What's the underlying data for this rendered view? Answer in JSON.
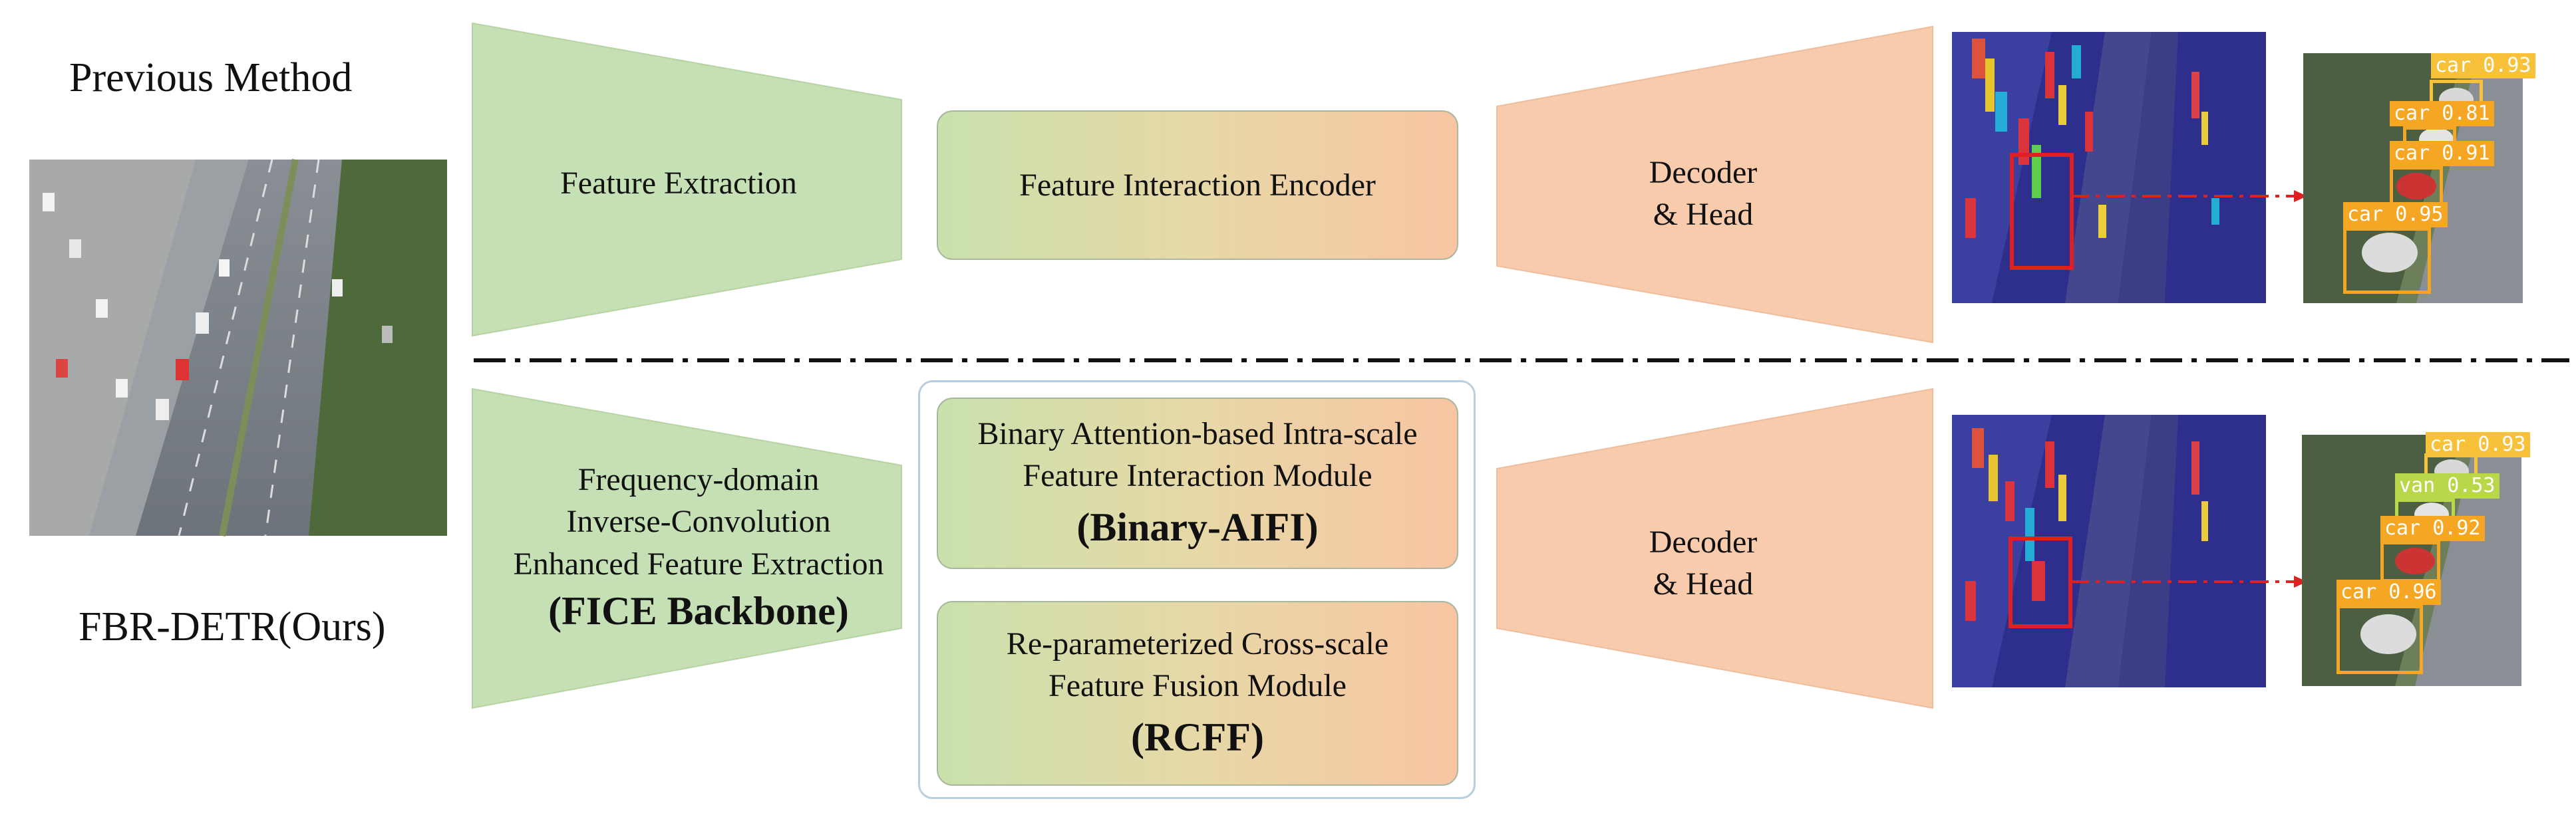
{
  "labels": {
    "previous_method": "Previous Method",
    "ours": "FBR-DETR(Ours)"
  },
  "top_row": {
    "feature_extraction": "Feature Extraction",
    "feature_interaction_encoder": "Feature Interaction Encoder",
    "decoder_head_line1": "Decoder",
    "decoder_head_line2": "& Head"
  },
  "bottom_row": {
    "backbone_line1": "Frequency-domain",
    "backbone_line2": "Inverse-Convolution",
    "backbone_line3": "Enhanced Feature Extraction",
    "backbone_name": "(FICE  Backbone)",
    "aifi_line1": "Binary Attention-based Intra-scale",
    "aifi_line2": "Feature Interaction Module",
    "aifi_name": "(Binary-AIFI)",
    "rcff_line1": "Re-parameterized Cross-scale",
    "rcff_line2": "Feature Fusion Module",
    "rcff_name": "(RCFF)",
    "decoder_head_line1": "Decoder",
    "decoder_head_line2": "& Head"
  },
  "detections_top": [
    "car 0.93",
    "car 0.81",
    "car 0.91",
    "car 0.95"
  ],
  "detections_bottom": [
    "car 0.93",
    "van 0.53",
    "car 0.92",
    "car 0.96"
  ],
  "colors": {
    "green": "#c5e0b4",
    "orange": "#f8cbad",
    "red": "#e02020",
    "det_orange": "#f5a623",
    "det_yellow": "#f7d038",
    "det_lime": "#b8d84a"
  }
}
